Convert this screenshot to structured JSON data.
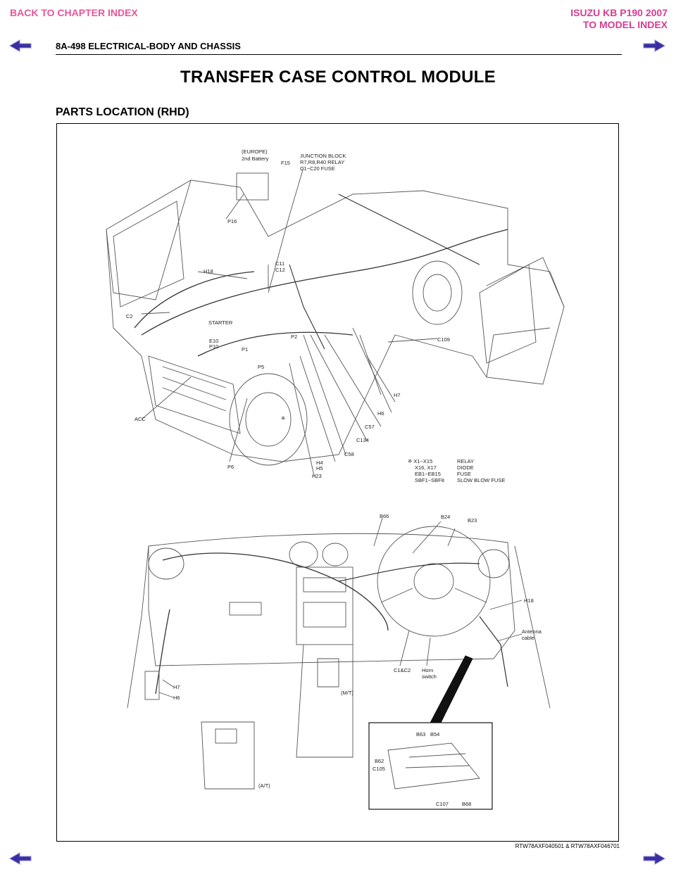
{
  "nav": {
    "back_label": "BACK TO CHAPTER INDEX",
    "model_line1": "ISUZU KB P190 2007",
    "model_line2": "TO MODEL INDEX",
    "prev_icon": "left-arrow-icon",
    "next_icon": "right-arrow-icon",
    "link_color": "#e8559a",
    "arrow_color": "#3a2fa0"
  },
  "header": {
    "section": "8A-498  ELECTRICAL-BODY AND CHASSIS"
  },
  "title": "TRANSFER CASE CONTROL MODULE",
  "section_heading": "PARTS LOCATION (RHD)",
  "diagram_labels": {
    "europe": "(EUROPE)",
    "battery": "2nd Battery",
    "f15": "F15",
    "jb1": "JUNCTION BLOCK",
    "jb2": "R7,R8,R40 RELAY",
    "jb3": "C1~C20 FUSE",
    "p16": "P16",
    "h18": "H18",
    "c11": "C11",
    "c12": "C12",
    "c2": "C2",
    "starter": "STARTER",
    "e10": "E10",
    "p10": "P10",
    "p1": "P1",
    "p2": "P2",
    "p5": "P5",
    "c109": "C109",
    "h7": "H7",
    "h6": "H6",
    "c57": "C57",
    "c134": "C134",
    "c58": "C58",
    "h4": "H4",
    "h5": "H5",
    "h23": "H23",
    "p6": "P6",
    "acc": "ACC",
    "note_mark": "※",
    "legend_x1": "※ X1~X15",
    "legend_relay": "RELAY",
    "legend_x16": "X16, X17",
    "legend_diode": "DIODE",
    "legend_eb": "EB1~EB15",
    "legend_fuse": "FUSE",
    "legend_sbf": "SBF1~SBF8",
    "legend_sbf_desc": "SLOW BLOW FUSE",
    "b66": "B66",
    "b24": "B24",
    "b23": "B23",
    "h18b": "H18",
    "antenna": "Antenna",
    "cable": "cable",
    "c1c2": "C1&C2",
    "horn": "Horn",
    "switch": "switch",
    "h7b": "H7",
    "h6b": "H6",
    "mt": "(M/T)",
    "at": "(A/T)",
    "b63": "B63",
    "b54": "B54",
    "b62": "B62",
    "c105": "C105",
    "c107": "C107",
    "b68": "B68"
  },
  "footer": {
    "ref": "RTW78AXF040501 & RTW78AXF046701"
  }
}
